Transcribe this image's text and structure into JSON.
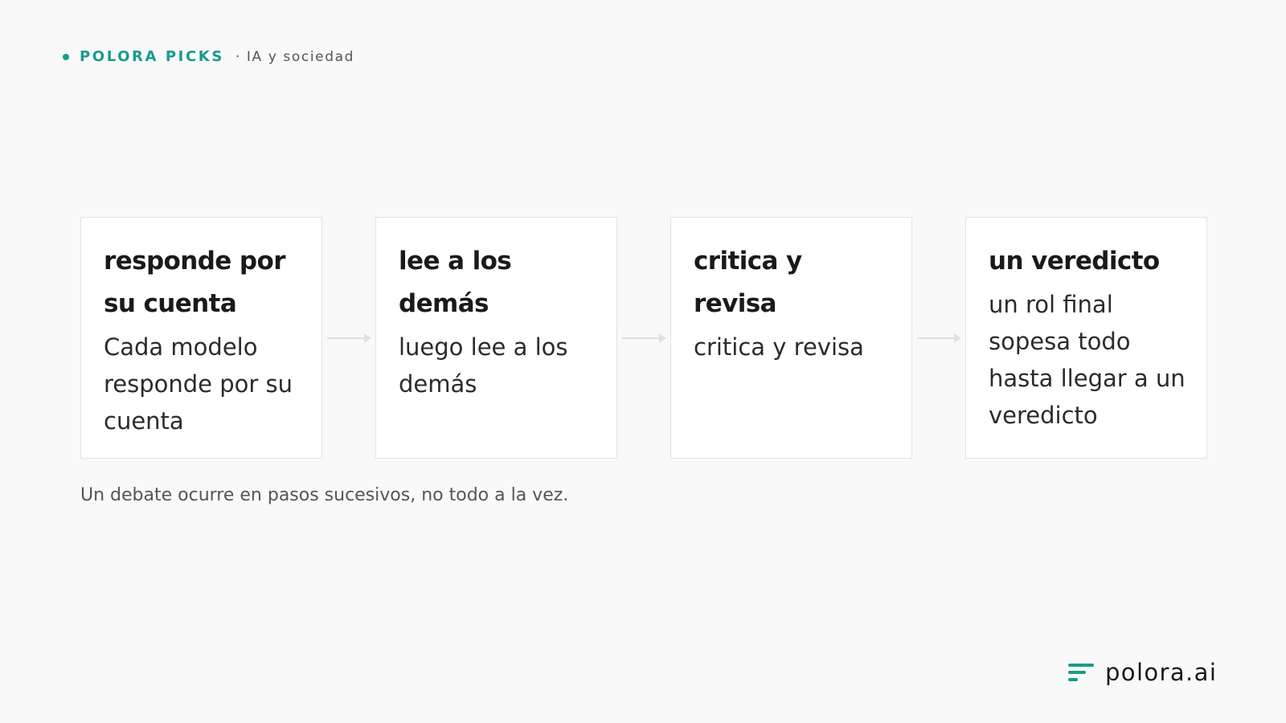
{
  "header": {
    "brand": "POLORA PICKS",
    "topic": "· IA y sociedad"
  },
  "steps": [
    {
      "title": "responde por su cuenta",
      "body": "Cada modelo responde por su cuenta"
    },
    {
      "title": "lee a los demás",
      "body": "luego lee a los demás"
    },
    {
      "title": "critica y revisa",
      "body": "critica y revisa"
    },
    {
      "title": "un veredicto",
      "body": "un rol final sopesa todo hasta llegar a un veredicto"
    }
  ],
  "caption": "Un debate ocurre en pasos sucesivos, no todo a la vez.",
  "footer": {
    "logo_text": "polora.ai"
  },
  "colors": {
    "accent": "#179c8c",
    "background": "#f9f9f9",
    "card": "#ffffff",
    "arrow": "#dcdcdc"
  }
}
